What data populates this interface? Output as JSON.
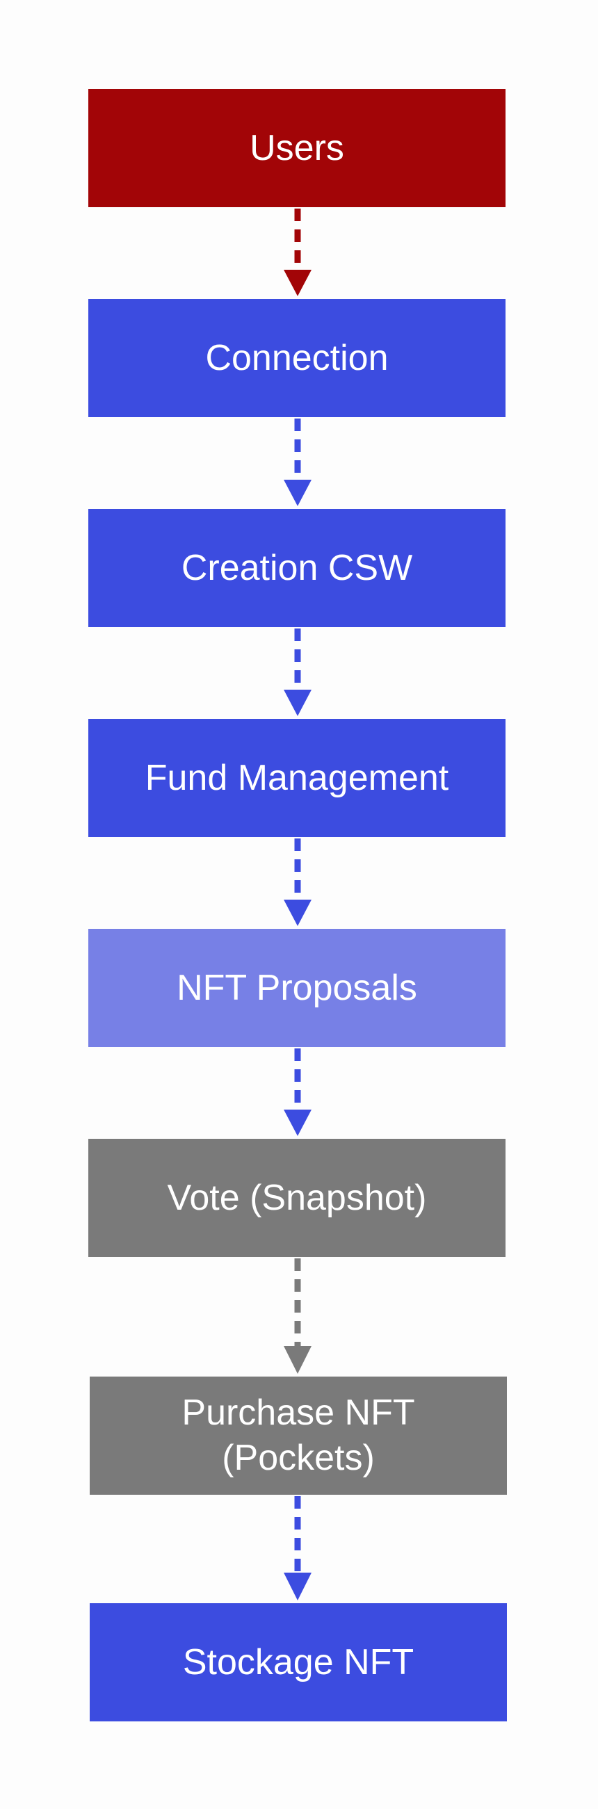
{
  "colors": {
    "red": "#a20507",
    "blue": "#3c4ce0",
    "light_blue": "#7780e6",
    "gray": "#7a7a7a"
  },
  "nodes": [
    {
      "id": "users",
      "label": "Users",
      "color": "red"
    },
    {
      "id": "connection",
      "label": "Connection",
      "color": "blue"
    },
    {
      "id": "creation-csw",
      "label": "Creation CSW",
      "color": "blue"
    },
    {
      "id": "fund-management",
      "label": "Fund Management",
      "color": "blue"
    },
    {
      "id": "nft-proposals",
      "label": "NFT Proposals",
      "color": "light_blue"
    },
    {
      "id": "vote-snapshot",
      "label": "Vote (Snapshot)",
      "color": "gray"
    },
    {
      "id": "purchase-nft",
      "label": "Purchase NFT\n (Pockets)",
      "color": "gray"
    },
    {
      "id": "stockage-nft",
      "label": "Stockage NFT",
      "color": "blue"
    }
  ],
  "edges": [
    {
      "from": "users",
      "to": "connection",
      "color": "red",
      "style": "dashed"
    },
    {
      "from": "connection",
      "to": "creation-csw",
      "color": "blue",
      "style": "dashed"
    },
    {
      "from": "creation-csw",
      "to": "fund-management",
      "color": "blue",
      "style": "dashed"
    },
    {
      "from": "fund-management",
      "to": "nft-proposals",
      "color": "blue",
      "style": "dashed"
    },
    {
      "from": "nft-proposals",
      "to": "vote-snapshot",
      "color": "blue",
      "style": "dashed"
    },
    {
      "from": "vote-snapshot",
      "to": "purchase-nft",
      "color": "gray",
      "style": "dashed"
    },
    {
      "from": "purchase-nft",
      "to": "stockage-nft",
      "color": "blue",
      "style": "dashed"
    }
  ]
}
